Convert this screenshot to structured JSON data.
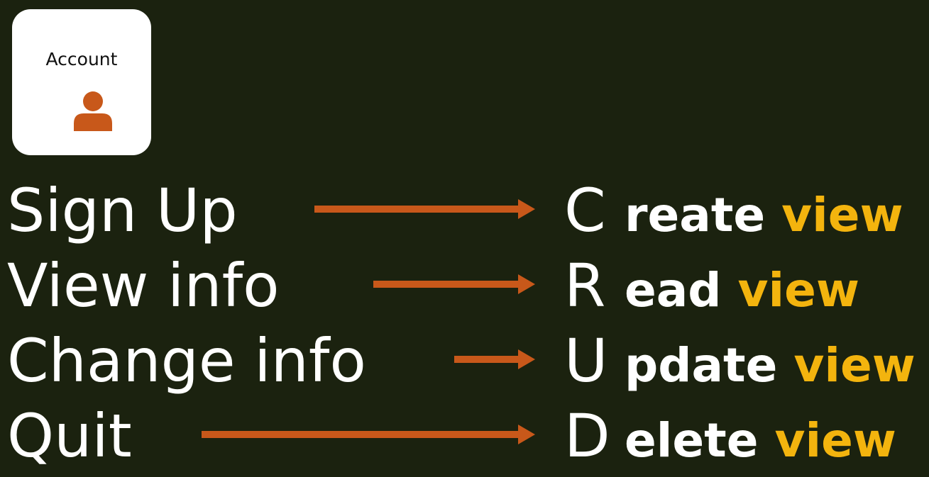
{
  "colors": {
    "background": "#1b220f",
    "arrow": "#c8581a",
    "highlight": "#f3b40e",
    "text": "#ffffff",
    "icon": "#c8581a"
  },
  "card": {
    "title": "Account",
    "icon": "person-icon"
  },
  "rows": [
    {
      "left": "Sign Up",
      "letter": "C",
      "word": "reate",
      "suffix": "view"
    },
    {
      "left": "View info",
      "letter": "R",
      "word": "ead",
      "suffix": "view"
    },
    {
      "left": "Change info",
      "letter": "U",
      "word": "pdate",
      "suffix": "view"
    },
    {
      "left": "Quit",
      "letter": "D",
      "word": "elete",
      "suffix": "view"
    }
  ]
}
